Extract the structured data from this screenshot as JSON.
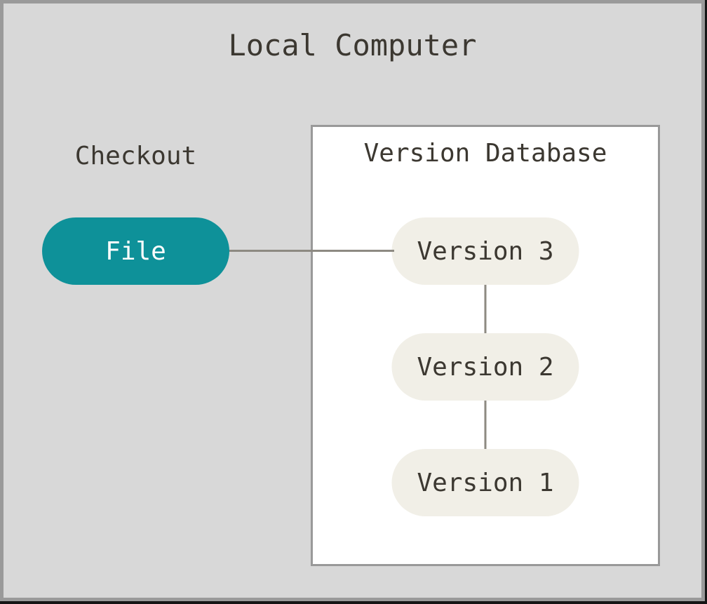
{
  "diagram": {
    "title": "Local Computer",
    "checkout": {
      "label": "Checkout",
      "file_node": {
        "label": "File"
      }
    },
    "version_database": {
      "title": "Version Database",
      "versions": [
        {
          "label": "Version 3"
        },
        {
          "label": "Version 2"
        },
        {
          "label": "Version 1"
        }
      ]
    },
    "connections": [
      {
        "from": "File",
        "to": "Version 3"
      },
      {
        "from": "Version 3",
        "to": "Version 2"
      },
      {
        "from": "Version 2",
        "to": "Version 1"
      }
    ],
    "colors": {
      "background": "#d8d8d8",
      "frame_border": "#9a9a9a",
      "edge_dark": "#151515",
      "box_bg": "#ffffff",
      "box_border": "#999999",
      "teal_node": "#0e9199",
      "cream_node": "#f1efe7",
      "text_dark": "#3c3831",
      "text_light": "#fdfdfd",
      "connector": "#8d8a82"
    }
  }
}
